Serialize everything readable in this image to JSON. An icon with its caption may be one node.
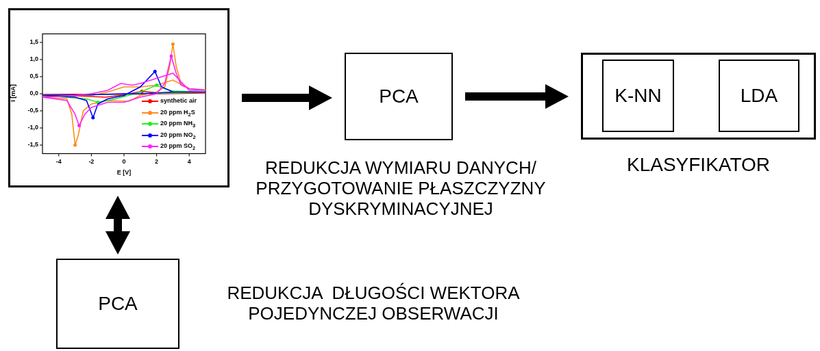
{
  "diagram": {
    "nodes": [
      {
        "text": [],
        "shape": "picture"
      },
      {
        "text": [
          "PCA"
        ]
      },
      {
        "text": [
          "KLASYFIKATOR"
        ]
      },
      {
        "text": [
          "K-NN"
        ],
        "in": 2
      },
      {
        "text": [
          "LDA"
        ],
        "in": 2
      },
      {
        "text": [
          "PCA"
        ]
      }
    ],
    "edges": [
      {
        "from": 0,
        "to": 1,
        "arrow": "to"
      },
      {
        "from": 1,
        "to": 2,
        "arrow": "to"
      },
      {
        "from": 0,
        "to": 5,
        "arrow": "both"
      }
    ],
    "labels": [
      "1,5",
      "1,0",
      "0,5",
      "0,0",
      "-0,5",
      "-1,0",
      "-1,5",
      "I [mA]",
      "-4",
      "-2",
      "0",
      "2",
      "4",
      "E [V]",
      "REDUKCJA WYMIARU DANYCH/ PRZYGOTOWANIE PŁASZCZYZNY DYSKRYMINACYJNEJ",
      "REDUKCJA  DŁUGOŚCI WEKTORA POJEDYNCZEJ OBSERWACJI"
    ],
    "legend": [
      {
        "text": "synthetic air"
      },
      {
        "text": "20 ppm H$_{2}$S"
      },
      {
        "text": "20 ppm NH$_{3}$"
      },
      {
        "text": "20 ppm NO$_{2}$"
      },
      {
        "text": "20 ppm SO$_{2}$"
      }
    ]
  }
}
